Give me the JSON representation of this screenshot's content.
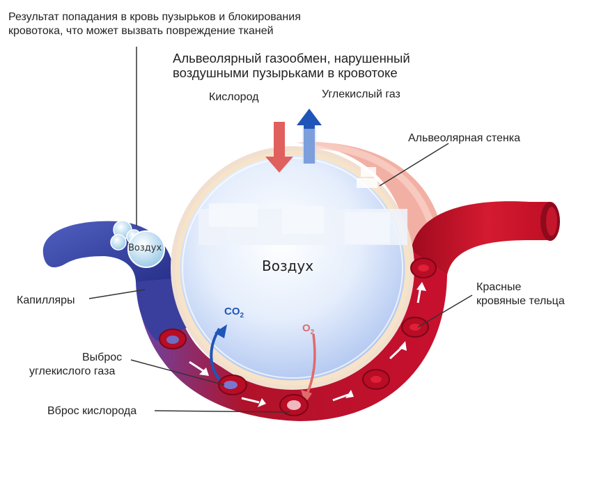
{
  "top_note": {
    "line1": "Результат попадания в кровь пузырьков и блокирования",
    "line2": "кровотока, что может вызвать повреждение тканей"
  },
  "title": {
    "line1": "Альвеолярный газообмен, нарушенный",
    "line2": "воздушными пузырьками в кровотоке"
  },
  "labels": {
    "oxygen": "Кислород",
    "co2_gas": "Углекислый газ",
    "alveolar_wall": "Альвеолярная стенка",
    "air_center": "Воздух",
    "air_bubble": "Воздух",
    "capillaries": "Капилляры",
    "rbc_line1": "Красные",
    "rbc_line2": "кровяные тельца",
    "co2_release_line1": "Выброс",
    "co2_release_line2": "углекислого газа",
    "oxygen_intake": "Вброс кислорода",
    "co2_formula": "CO",
    "co2_sub": "2",
    "o2_formula": "O",
    "o2_sub": "2"
  },
  "colors": {
    "blood_red": "#c8102e",
    "vein_blue": "#3c46a5",
    "wall_pink": "#f0a89e",
    "air_blue": "#dce9fb",
    "arrow_oxygen": "#e0605e",
    "arrow_co2": "#1f55b8"
  }
}
